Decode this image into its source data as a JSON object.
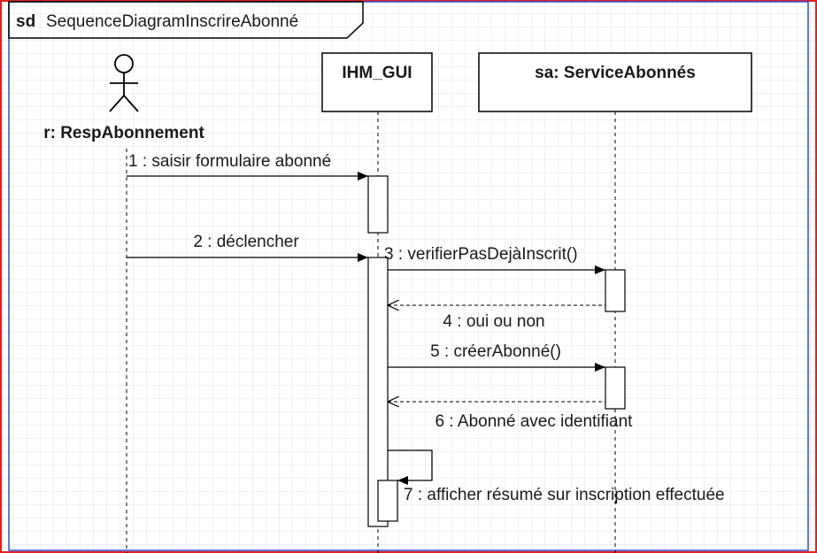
{
  "frame": {
    "keyword": "sd",
    "name": "SequenceDiagramInscrireAbonné"
  },
  "actor": {
    "label": "r: RespAbonnement"
  },
  "lifelines": [
    {
      "label": "IHM_GUI"
    },
    {
      "label": "sa: ServiceAbonnés"
    }
  ],
  "messages": [
    {
      "label": "1 : saisir formulaire abonné",
      "kind": "sync"
    },
    {
      "label": "2 : déclencher",
      "kind": "sync"
    },
    {
      "label": "3 : verifierPasDejàInscrit()",
      "kind": "sync"
    },
    {
      "label": "4 : oui ou non",
      "kind": "return"
    },
    {
      "label": "5 : créerAbonné()",
      "kind": "sync"
    },
    {
      "label": "6 : Abonné avec identifiant",
      "kind": "return"
    },
    {
      "label": "7 : afficher résumé sur inscription effectuée",
      "kind": "self"
    }
  ],
  "colors": {
    "outer_border": "#e02020",
    "inner_border": "#2a4fd6",
    "grid": "#dde3ee"
  }
}
